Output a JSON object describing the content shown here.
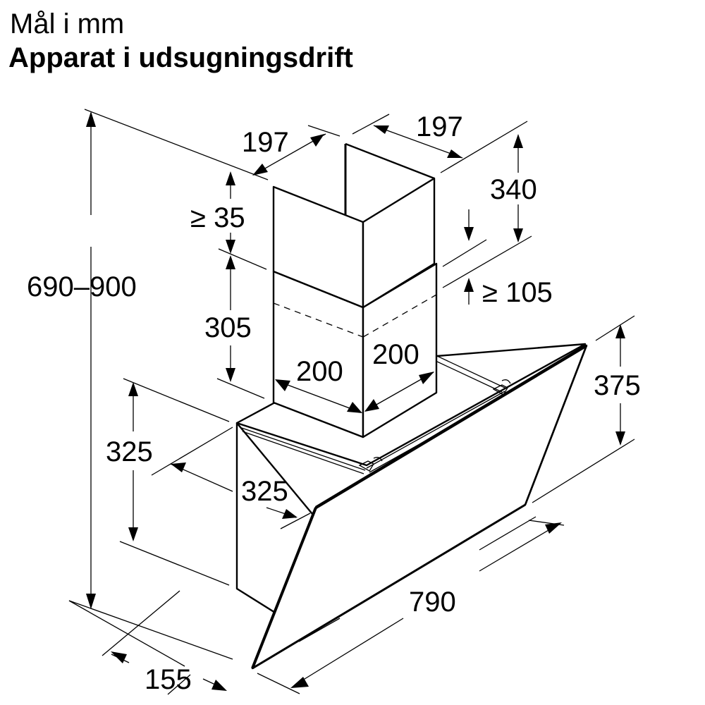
{
  "header": {
    "unit_label": "Mål i mm",
    "title": "Apparat i udsugningsdrift"
  },
  "dimensions": {
    "total_height": "690–900",
    "chimney_top_depth": "197",
    "chimney_top_width": "197",
    "upper_chimney_height": "340",
    "top_clearance": "≥ 35",
    "overlap_min": "≥ 105",
    "lower_chimney_height": "305",
    "lower_chimney_width": "200",
    "lower_chimney_depth": "200",
    "glass_panel_height": "375",
    "body_height": "325",
    "body_depth": "325",
    "hood_width": "790",
    "bottom_depth": "155"
  },
  "colors": {
    "line": "#000000",
    "background": "#ffffff"
  }
}
